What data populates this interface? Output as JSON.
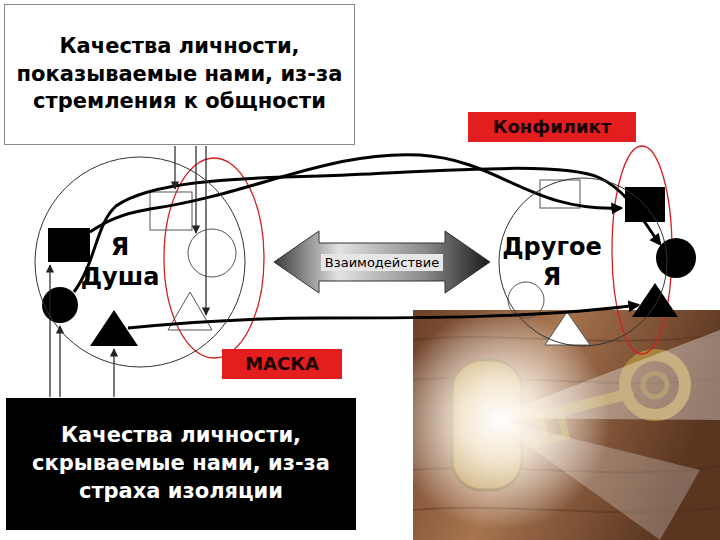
{
  "diagram": {
    "nodes": [
      {
        "text": [
          "Качества личности, показываемые нами, из-за стремления к общности"
        ]
      },
      {
        "text": [
          "Конфиликт"
        ]
      },
      {
        "text": [
          "Я Душа"
        ]
      },
      {
        "text": [
          "Другое Я"
        ]
      },
      {
        "text": [
          "МАСКА"
        ]
      },
      {
        "text": [
          "Качества личности, скрываемые нами, из-за страха изоляции"
        ]
      }
    ],
    "edges": [
      {
        "from": 2,
        "to": 3,
        "arrow": "both",
        "label": "Взаимодействие"
      }
    ]
  }
}
